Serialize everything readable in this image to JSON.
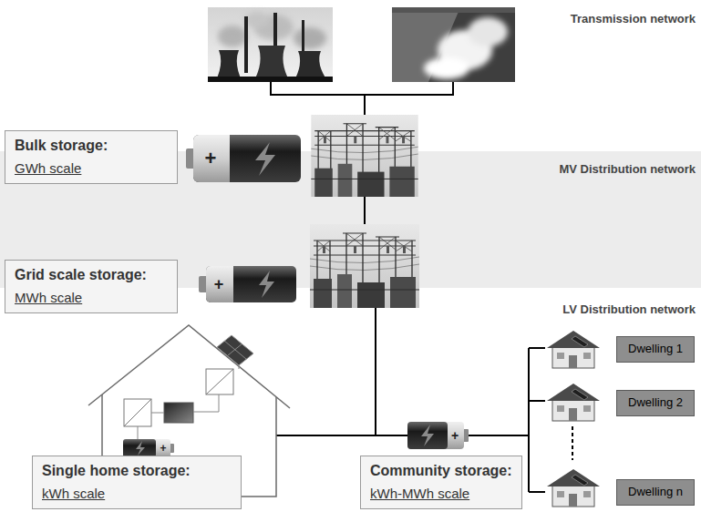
{
  "diagram": {
    "nodes": [
      {
        "text": [
          "Bulk storage:",
          "GWh scale"
        ]
      },
      {
        "text": [
          "Grid scale storage:",
          "MWh scale"
        ]
      },
      {
        "text": [
          "Dwelling 1"
        ]
      },
      {
        "text": [
          "Dwelling 2"
        ]
      },
      {
        "text": [
          "Single home storage:",
          "kWh scale"
        ]
      },
      {
        "text": [
          "Community storage:",
          "kWh-MWh scale"
        ]
      },
      {
        "text": [
          "Dwelling n"
        ]
      }
    ],
    "labels": [
      "Transmission network",
      "MV Distribution network",
      "LV Distribution network",
      "+",
      "+",
      "+",
      "+"
    ]
  }
}
